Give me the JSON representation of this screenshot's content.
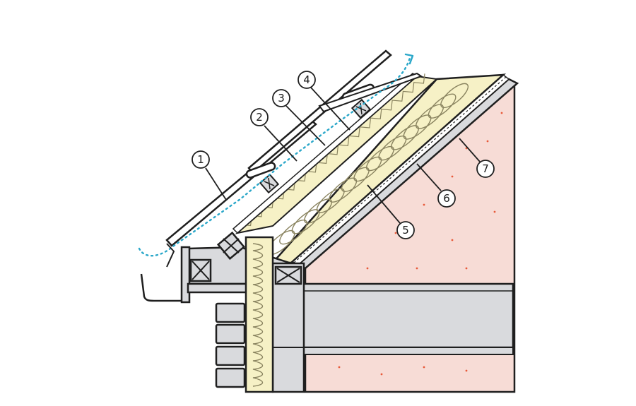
{
  "diagram": {
    "colors": {
      "background": "#ffffff",
      "interior_wall": "#f7dcd6",
      "interior_dots": "#e85a3a",
      "timber": "#d9dadd",
      "insulation_fill": "#f6f1c6",
      "insulation_line": "#8a8460",
      "outline": "#1f1f1f",
      "airflow": "#2aa7c9",
      "brick": "#d9dadd"
    },
    "callouts": [
      {
        "label": "1",
        "part": "roof-tiles"
      },
      {
        "label": "2",
        "part": "tile-battens"
      },
      {
        "label": "3",
        "part": "roofing-membrane"
      },
      {
        "label": "4",
        "part": "ventilation-gap"
      },
      {
        "label": "5",
        "part": "rafter-insulation"
      },
      {
        "label": "6",
        "part": "vapour-control-layer"
      },
      {
        "label": "7",
        "part": "interior-lining"
      }
    ]
  }
}
